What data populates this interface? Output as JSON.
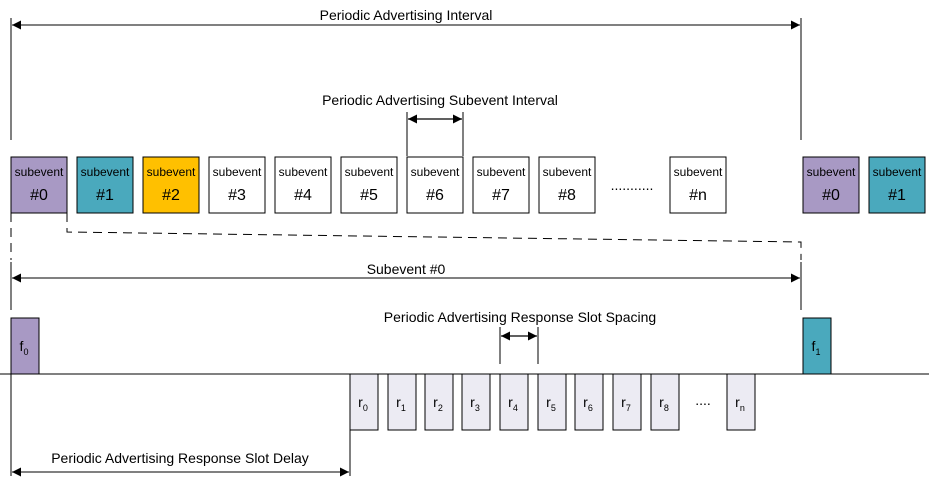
{
  "labels": {
    "periodic_interval": "Periodic Advertising Interval",
    "subevent_interval": "Periodic Advertising Subevent Interval",
    "subevent0_span": "Subevent #0",
    "slot_spacing": "Periodic Advertising Response Slot Spacing",
    "slot_delay": "Periodic Advertising Response Slot Delay"
  },
  "subevents": [
    {
      "line1": "subevent",
      "line2": "#0",
      "color": "#a899c4"
    },
    {
      "line1": "subevent",
      "line2": "#1",
      "color": "#4aa9bd"
    },
    {
      "line1": "subevent",
      "line2": "#2",
      "color": "#ffc000"
    },
    {
      "line1": "subevent",
      "line2": "#3",
      "color": "#ffffff"
    },
    {
      "line1": "subevent",
      "line2": "#4",
      "color": "#ffffff"
    },
    {
      "line1": "subevent",
      "line2": "#5",
      "color": "#ffffff"
    },
    {
      "line1": "subevent",
      "line2": "#6",
      "color": "#ffffff"
    },
    {
      "line1": "subevent",
      "line2": "#7",
      "color": "#ffffff"
    },
    {
      "line1": "subevent",
      "line2": "#8",
      "color": "#ffffff"
    },
    {
      "line1": "subevent",
      "line2": "#n",
      "color": "#ffffff"
    },
    {
      "line1": "subevent",
      "line2": "#0",
      "color": "#a899c4"
    },
    {
      "line1": "subevent",
      "line2": "#1",
      "color": "#4aa9bd"
    }
  ],
  "subevent_ellipsis": "...........",
  "frames": [
    {
      "base": "f",
      "sub": "0",
      "color": "#a899c4"
    },
    {
      "base": "f",
      "sub": "1",
      "color": "#4aa9bd"
    }
  ],
  "slots": [
    {
      "base": "r",
      "sub": "0"
    },
    {
      "base": "r",
      "sub": "1"
    },
    {
      "base": "r",
      "sub": "2"
    },
    {
      "base": "r",
      "sub": "3"
    },
    {
      "base": "r",
      "sub": "4"
    },
    {
      "base": "r",
      "sub": "5"
    },
    {
      "base": "r",
      "sub": "6"
    },
    {
      "base": "r",
      "sub": "7"
    },
    {
      "base": "r",
      "sub": "8"
    },
    {
      "base": "r",
      "sub": "n"
    }
  ],
  "slot_ellipsis": "....",
  "colors": {
    "slot_fill": "#ecebf3",
    "line": "#000000"
  }
}
